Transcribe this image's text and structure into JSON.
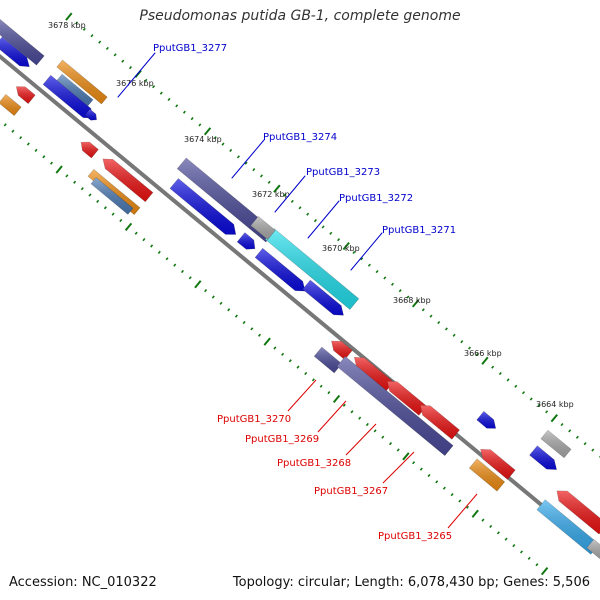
{
  "title": "Pseudomonas putida GB-1, complete genome",
  "footer": {
    "accession": "Accession: NC_010322",
    "summary": "Topology: circular; Length: 6,078,430 bp; Genes: 5,506"
  },
  "scale_labels": [
    "3678 kbp",
    "3676 kbp",
    "3674 kbp",
    "3672 kbp",
    "3670 kbp",
    "3668 kbp",
    "3666 kbp",
    "3664 kbp"
  ],
  "gene_labels_forward": [
    "PputGB1_3277",
    "PputGB1_3274",
    "PputGB1_3273",
    "PputGB1_3272",
    "PputGB1_3271"
  ],
  "gene_labels_reverse": [
    "PputGB1_3270",
    "PputGB1_3269",
    "PputGB1_3268",
    "PputGB1_3267",
    "PputGB1_3265"
  ],
  "colors": {
    "backbone": "#777777",
    "forward_label": "#0000cc",
    "reverse_label": "#dd0000",
    "tick": "#117711",
    "cds_forward": "#0a0adf",
    "cds_reverse": "#ee1111",
    "cog_purple": "#4a4a9a",
    "cog_orange": "#f08c10",
    "cog_steelblue": "#4a7ab5",
    "cog_cyan": "#22e0ee",
    "cog_lightblue": "#33aaee",
    "cog_gray": "#aaaaaa"
  }
}
